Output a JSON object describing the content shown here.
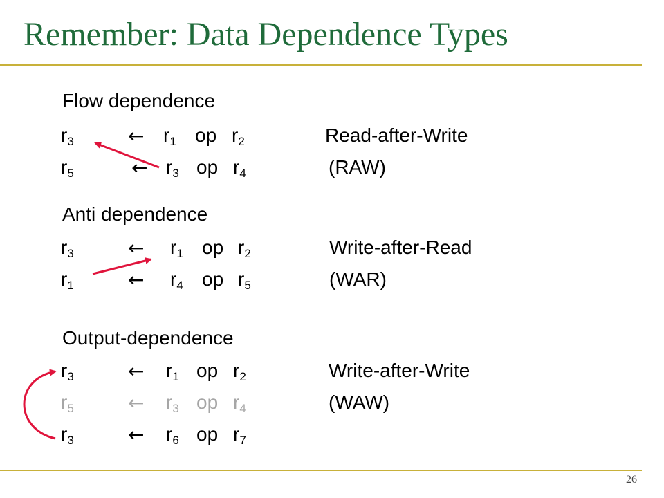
{
  "title": "Remember: Data Dependence Types",
  "page_number": "26",
  "arrow_symbol": "←",
  "accent_color": "#1f6b3a",
  "rule_color": "#c8b13a",
  "dependence_arrow_color": "#e0143c",
  "sections": [
    {
      "heading": "Flow dependence",
      "lines": [
        {
          "dest": "r",
          "dest_sub": "3",
          "src1": "r",
          "src1_sub": "1",
          "op": "op",
          "src2": "r",
          "src2_sub": "2",
          "label": "Read-after-Write"
        },
        {
          "dest": "r",
          "dest_sub": "5",
          "src1": "r",
          "src1_sub": "3",
          "op": "op",
          "src2": "r",
          "src2_sub": "4",
          "label": "(RAW)"
        }
      ]
    },
    {
      "heading": "Anti dependence",
      "lines": [
        {
          "dest": "r",
          "dest_sub": "3",
          "src1": "r",
          "src1_sub": "1",
          "op": "op",
          "src2": "r",
          "src2_sub": "2",
          "label": "Write-after-Read"
        },
        {
          "dest": "r",
          "dest_sub": "1",
          "src1": "r",
          "src1_sub": "4",
          "op": "op",
          "src2": "r",
          "src2_sub": "5",
          "label": "(WAR)"
        }
      ]
    },
    {
      "heading": "Output-dependence",
      "lines": [
        {
          "dest": "r",
          "dest_sub": "3",
          "src1": "r",
          "src1_sub": "1",
          "op": "op",
          "src2": "r",
          "src2_sub": "2",
          "label": "Write-after-Write"
        },
        {
          "dest": "r",
          "dest_sub": "5",
          "src1": "r",
          "src1_sub": "3",
          "op": "op",
          "src2": "r",
          "src2_sub": "4",
          "label": "(WAW)",
          "dimmed": true
        },
        {
          "dest": "r",
          "dest_sub": "3",
          "src1": "r",
          "src1_sub": "6",
          "op": "op",
          "src2": "r",
          "src2_sub": "7",
          "label": ""
        }
      ]
    }
  ]
}
